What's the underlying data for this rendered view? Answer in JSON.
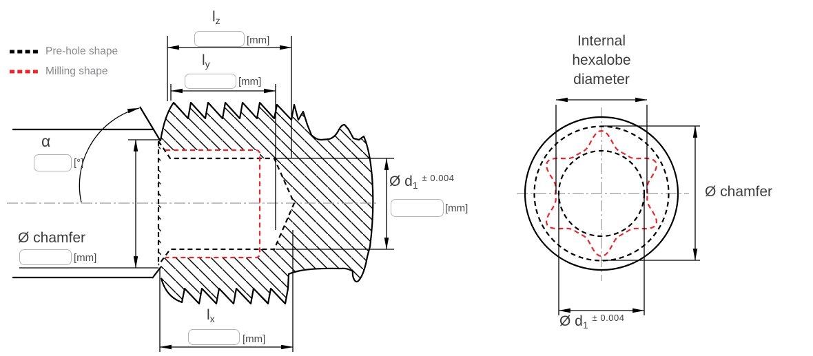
{
  "legend": {
    "items": [
      {
        "label": "Pre-hole shape",
        "color": "#000000"
      },
      {
        "label": "Milling shape",
        "color": "#e8262c"
      }
    ]
  },
  "left_view": {
    "dims": {
      "lz": {
        "name": "l",
        "sub": "z",
        "unit": "[mm]",
        "value": ""
      },
      "ly": {
        "name": "l",
        "sub": "y",
        "unit": "[mm]",
        "value": ""
      },
      "lx": {
        "name": "l",
        "sub": "x",
        "unit": "[mm]",
        "value": ""
      },
      "alpha": {
        "name": "α",
        "unit": "[°]",
        "value": ""
      },
      "chamfer": {
        "name": "Ø chamfer",
        "unit": "[mm]",
        "value": ""
      },
      "d1": {
        "name": "Ø d",
        "sub": "1",
        "tol": "± 0.004",
        "unit": "[mm]",
        "value": ""
      }
    }
  },
  "right_view": {
    "title": "Internal hexalobe diameter",
    "chamfer_label": "Ø chamfer",
    "d1": {
      "name": "Ø d",
      "sub": "1",
      "tol": "± 0.004"
    }
  },
  "colors": {
    "line": "#000000",
    "milling_red": "#e8262c",
    "centerline_gray": "#9b9b9b",
    "label_text": "#3e3e40",
    "legend_text": "#8b8b8e",
    "box_border": "#b5b5b8"
  }
}
